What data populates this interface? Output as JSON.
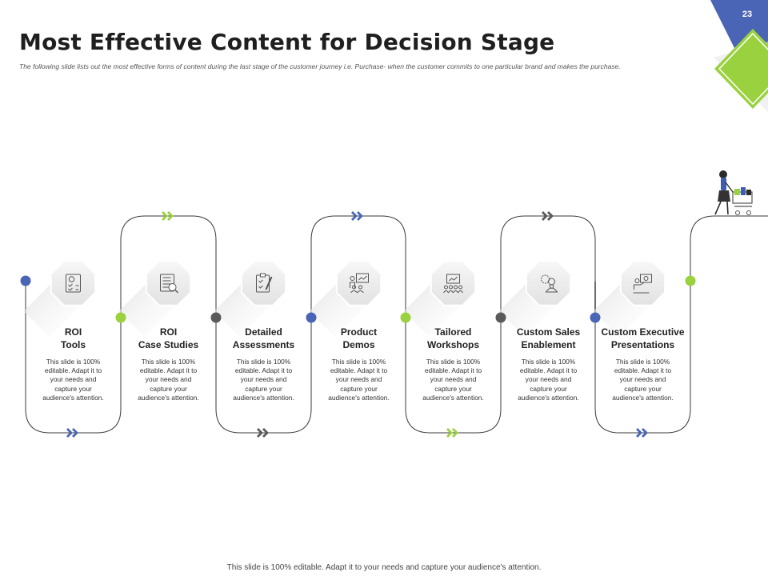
{
  "header": {
    "title": "Most Effective Content for Decision Stage",
    "subtitle": "The following slide lists out the most  effective forms of content during  the last stage of the customer  journey i.e. Purchase-  when the customer commits  to one particular brand and makes  the purchase.",
    "page_number": "23"
  },
  "steps": [
    {
      "title_line1": "ROI",
      "title_line2": "Tools",
      "icon": "roi-tools-icon",
      "desc": [
        "This slide is 100%",
        "editable. Adapt it to",
        "your needs and",
        "capture your",
        "audience's attention."
      ],
      "dot_color": "#4a65b6"
    },
    {
      "title_line1": "ROI",
      "title_line2": "Case Studies",
      "icon": "case-study-icon",
      "desc": [
        "This slide is 100%",
        "editable. Adapt it to",
        "your needs and",
        "capture your",
        "audience's attention."
      ],
      "dot_color": "#9ad13f"
    },
    {
      "title_line1": "Detailed",
      "title_line2": "Assessments",
      "icon": "assessment-icon",
      "desc": [
        "This slide is 100%",
        "editable. Adapt it to",
        "your needs and",
        "capture your",
        "audience's attention."
      ],
      "dot_color": "#5a5a5a"
    },
    {
      "title_line1": "Product",
      "title_line2": "Demos",
      "icon": "presentation-icon",
      "desc": [
        "This slide is 100%",
        "editable. Adapt it to",
        "your needs and",
        "capture your",
        "audience's attention."
      ],
      "dot_color": "#4a65b6"
    },
    {
      "title_line1": "Tailored",
      "title_line2": "Workshops",
      "icon": "workshop-icon",
      "desc": [
        "This slide is 100%",
        "editable. Adapt it to",
        "your needs and",
        "capture your",
        "audience's attention."
      ],
      "dot_color": "#9ad13f"
    },
    {
      "title_line1": "Custom Sales",
      "title_line2": "Enablement",
      "icon": "sales-enablement-icon",
      "desc": [
        "This slide is 100%",
        "editable. Adapt it to",
        "your needs and",
        "capture your",
        "audience's attention."
      ],
      "dot_color": "#5a5a5a"
    },
    {
      "title_line1": "Custom Executive",
      "title_line2": "Presentations",
      "icon": "executive-presentation-icon",
      "desc": [
        "This slide is 100%",
        "editable. Adapt it to",
        "your needs and",
        "capture your",
        "audience's attention."
      ],
      "dot_color": "#4a65b6"
    }
  ],
  "end_dot_color": "#9ad13f",
  "arrow_colors": [
    "#9ad13f",
    "#4a65b6",
    "#5a5a5a",
    "#4a65b6",
    "#5a5a5a",
    "#9ad13f",
    "#4a65b6"
  ],
  "colors": {
    "blue": "#4a65b6",
    "green": "#9ad13f",
    "gray": "#5a5a5a",
    "line": "#3a3a3a"
  },
  "footer": "This slide is 100% editable.  Adapt it to your needs and capture your audience's attention."
}
